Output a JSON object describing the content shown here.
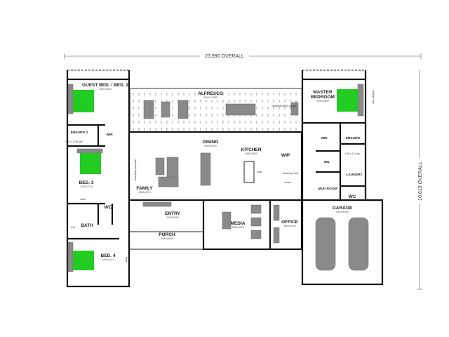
{
  "dimensions": {
    "overall_width": "23,990 OVERALL",
    "overall_depth": "16,610 OVERALL"
  },
  "rooms": [
    {
      "name": "GUEST BED. / BED. 2",
      "size": "3300x4800"
    },
    {
      "name": "ALFRESCO",
      "size": "3400x12650"
    },
    {
      "name": "MASTER BEDROOM",
      "size": "3300x4800"
    },
    {
      "name": "ENSUITE 2",
      "size": ""
    },
    {
      "name": "WIR",
      "size": ""
    },
    {
      "name": "DINING",
      "size": "4950x3970"
    },
    {
      "name": "KITCHEN",
      "size": "4650x2800"
    },
    {
      "name": "WIP",
      "size": ""
    },
    {
      "name": "WIR",
      "size": ""
    },
    {
      "name": "ENSUITE",
      "size": ""
    },
    {
      "name": "WIL",
      "size": ""
    },
    {
      "name": "LAUNDRY",
      "size": ""
    },
    {
      "name": "BED. 3",
      "size": "3150x3710"
    },
    {
      "name": "FAMILY",
      "size": "4950x4270"
    },
    {
      "name": "MUD ROOM",
      "size": ""
    },
    {
      "name": "WC",
      "size": ""
    },
    {
      "name": "WC",
      "size": ""
    },
    {
      "name": "ENTRY",
      "size": "2050x4900"
    },
    {
      "name": "GARAGE",
      "size": "6000x6000"
    },
    {
      "name": "BATH",
      "size": ""
    },
    {
      "name": "MEDIA",
      "size": "3600x5050"
    },
    {
      "name": "OFFICE",
      "size": "3500x2100"
    },
    {
      "name": "PORCH",
      "size": "1450x5000"
    },
    {
      "name": "BED. 4",
      "size": "3200x4110"
    }
  ],
  "annotations": {
    "bbq": "optional BBQ space",
    "fireplace": "optional fireplace",
    "shower_left": "0.9 x 1.05 shr.",
    "shower_right": "0.9 x 1.2 shr.",
    "robe": "robe",
    "linen": "linen",
    "store": "store",
    "shelving": "shelving 3x6",
    "clothes_line": "clothes line",
    "sink": "sink",
    "tub": "tub"
  },
  "colors": {
    "bed": "#22cc22",
    "furniture": "#8a8a8a",
    "wall": "#111111"
  }
}
